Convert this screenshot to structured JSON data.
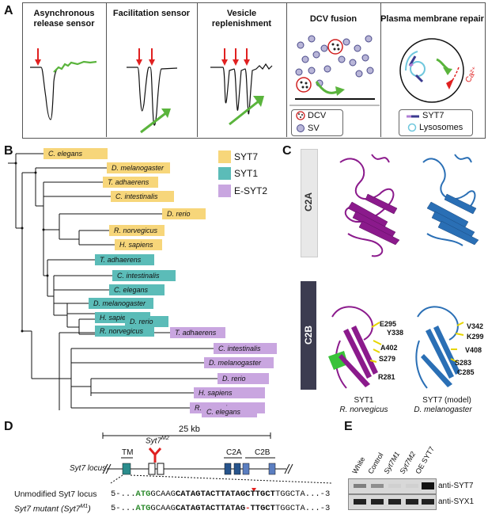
{
  "panel_labels": {
    "a": "A",
    "b": "B",
    "c": "C",
    "d": "D",
    "e": "E"
  },
  "panelA": {
    "titles": [
      "Asynchronous release sensor",
      "Facilitation sensor",
      "Vesicle replenishment",
      "DCV fusion",
      "Plasma membrane repair"
    ],
    "dcv_legend": [
      "DCV",
      "SV"
    ],
    "pm_legend": [
      "SYT7",
      "Lysosomes"
    ],
    "ca_label": "Ca²⁺"
  },
  "panelB": {
    "leaves": [
      {
        "name": "C. elegans",
        "group": "SYT7"
      },
      {
        "name": "D. melanogaster",
        "group": "SYT7"
      },
      {
        "name": "T. adhaerens",
        "group": "SYT7"
      },
      {
        "name": "C. intestinalis",
        "group": "SYT7"
      },
      {
        "name": "D. rerio",
        "group": "SYT7"
      },
      {
        "name": "R. norvegicus",
        "group": "SYT7"
      },
      {
        "name": "H. sapiens",
        "group": "SYT7"
      },
      {
        "name": "T. adhaerens",
        "group": "SYT1"
      },
      {
        "name": "C. intestinalis",
        "group": "SYT1"
      },
      {
        "name": "C. elegans",
        "group": "SYT1"
      },
      {
        "name": "D. melanogaster",
        "group": "SYT1"
      },
      {
        "name": "H. sapiens",
        "group": "SYT1"
      },
      {
        "name": "R. norvegicus",
        "group": "SYT1"
      },
      {
        "name": "D. rerio",
        "group": "SYT1"
      },
      {
        "name": "T. adhaerens",
        "group": "E-SYT2"
      },
      {
        "name": "C. intestinalis",
        "group": "E-SYT2"
      },
      {
        "name": "D. melanogaster",
        "group": "E-SYT2"
      },
      {
        "name": "D. rerio",
        "group": "E-SYT2"
      },
      {
        "name": "H. sapiens",
        "group": "E-SYT2"
      },
      {
        "name": "R. norvegicus",
        "group": "E-SYT2"
      },
      {
        "name": "C. elegans",
        "group": "E-SYT2"
      }
    ],
    "legend": [
      {
        "label": "SYT7",
        "color": "#f7d67a"
      },
      {
        "label": "SYT1",
        "color": "#5bbcb8"
      },
      {
        "label": "E-SYT2",
        "color": "#c9a6e0"
      }
    ]
  },
  "panelC": {
    "row_labels": [
      "C2A",
      "C2B"
    ],
    "syt1_residues": [
      "E295",
      "Y338",
      "A402",
      "S279",
      "R281"
    ],
    "syt7_residues": [
      "V342",
      "K299",
      "V408",
      "S283",
      "C285"
    ],
    "captions": [
      {
        "title": "SYT1",
        "species": "R. norvegicus"
      },
      {
        "title": "SYT7 (model)",
        "species": "D. melanogaster"
      }
    ],
    "colors": {
      "syt1": "#8b1a8c",
      "syt7": "#2a6fb5"
    }
  },
  "panelD": {
    "scale": "25 kb",
    "allele": "Syt7",
    "allele_sup": "M2",
    "locus": "Syt7 locus",
    "domains": [
      "TM",
      "C2A",
      "C2B"
    ],
    "unmod_label": "Unmodified Syt7 locus",
    "mutant_label": "Syt7 mutant (Syt7",
    "mutant_sup": "M1",
    "unmod_seq": [
      "5-...",
      "ATG",
      "GCAAG",
      "CATAGTACTTATAGCTTGCT",
      "TGGCTA...-3"
    ],
    "mut_seq": [
      "5-...",
      "ATG",
      "GCAAG",
      "CATAGTACTTATAG",
      "-",
      "TTGCT",
      "TGGCTA...-3"
    ]
  },
  "panelE": {
    "lanes": [
      "White",
      "Control",
      "Syt7M1",
      "Syt7M2",
      "OE SYT7"
    ],
    "rows": [
      "anti-SYT7",
      "anti-SYX1"
    ],
    "band_intensity": {
      "anti-SYT7": [
        0.6,
        0.5,
        0.05,
        0.05,
        1.0
      ],
      "anti-SYX1": [
        0.9,
        0.9,
        0.9,
        0.9,
        0.9
      ]
    }
  }
}
